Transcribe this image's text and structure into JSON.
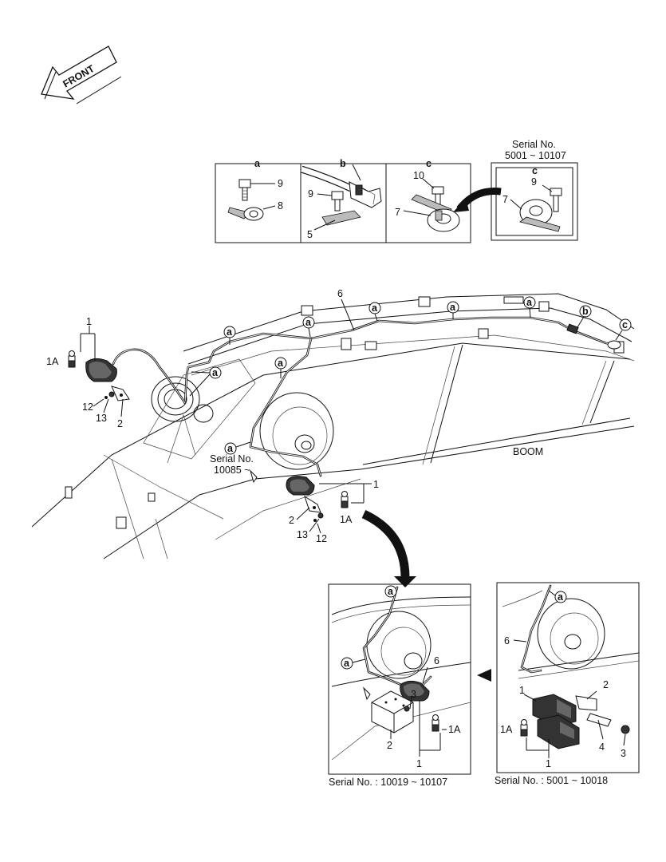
{
  "front_arrow": {
    "label": "FRONT"
  },
  "detail_boxes": {
    "a": {
      "letter": "a",
      "parts": [
        "9",
        "8"
      ]
    },
    "b": {
      "letter": "b",
      "parts": [
        "9",
        "5"
      ]
    },
    "c": {
      "letter": "c",
      "parts": [
        "10",
        "7"
      ]
    },
    "serial_box": {
      "serial_line1": "Serial No.",
      "serial_line2": "5001 ~ 10107",
      "letter": "c",
      "parts": [
        "9",
        "7"
      ]
    }
  },
  "main": {
    "boom_label": "BOOM",
    "wire_label": "6",
    "clip_marker": "a",
    "marker_b": "b",
    "marker_c": "c",
    "left_lamp": {
      "part": "1",
      "bulb": "1A",
      "bracket": "2",
      "washer": "13",
      "bolt": "12"
    },
    "center_lamp": {
      "serial_line1": "Serial No.",
      "serial_line2": "10085 ~",
      "part": "1",
      "bulb": "1A",
      "bracket": "2",
      "washer": "13",
      "bolt": "12"
    }
  },
  "inset_left": {
    "caption": "Serial No. : 10019 ~ 10107",
    "marker": "a",
    "parts": {
      "wire": "6",
      "nut": "3",
      "box": "2",
      "lamp": "1",
      "bulb": "1A"
    }
  },
  "inset_right": {
    "caption": "Serial No. : 5001 ~ 10018",
    "marker": "a",
    "parts": {
      "wire": "6",
      "lamp_top": "1",
      "bracket": "2",
      "bulb": "1A",
      "lamp_bottom": "1",
      "bolt": "4",
      "nut": "3"
    }
  }
}
